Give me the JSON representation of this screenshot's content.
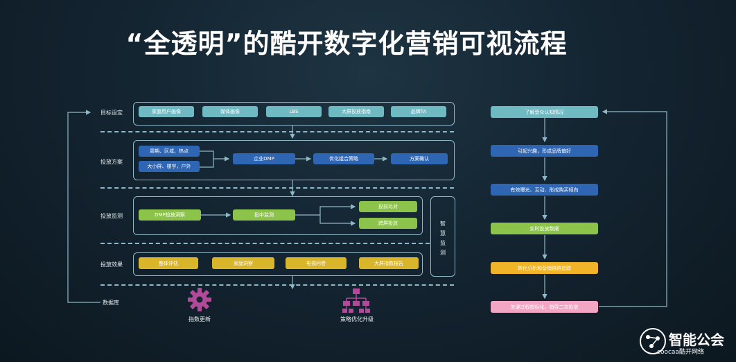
{
  "title": "“全透明”的酷开数字化营销可视流程",
  "rows": {
    "goal": "目标设定",
    "plan": "投放方案",
    "monitor": "投放监测",
    "effect": "投放效果",
    "database": "数据库"
  },
  "goal_items": [
    "家庭用户画像",
    "媒体画像",
    "LBS",
    "大屏投放指南",
    "品牌TA"
  ],
  "plan_items": {
    "input1": "周期、区域、热点",
    "input2": "大小屏、楼宇，户外",
    "dmp": "企业DMP",
    "optimize": "优化组合策略",
    "confirm": "方案确认"
  },
  "monitor_items": {
    "dmp": "DMP投放洞察",
    "mid": "投中监测",
    "compare": "投前比对",
    "cross": "跨屏投放"
  },
  "smart_monitor": "智慧监测",
  "effect_items": [
    "整体评估",
    "家庭洞察",
    "电视问卷",
    "大屏指数报告"
  ],
  "database_items": {
    "index_update": "指数更新",
    "strategy_upgrade": "策略优化升级"
  },
  "right_flow": [
    "了解受众认知情况",
    "引起兴趣，形成品牌偏好",
    "有效曝光、互动、形成购买倾向",
    "实时投放数据",
    "转化分析和营销链路追踪",
    "关键过程指标化，指导二次投放"
  ],
  "watermark": {
    "name": "智能公会",
    "sub": "coocaa酷开网络"
  },
  "colors": {
    "teal": "#6fb9c3",
    "blue": "#2f66b4",
    "green": "#8cc34a",
    "yellow": "#d9b529",
    "orange": "#f1b429",
    "pink": "#f3a6c4",
    "line": "#8fb9c8"
  }
}
